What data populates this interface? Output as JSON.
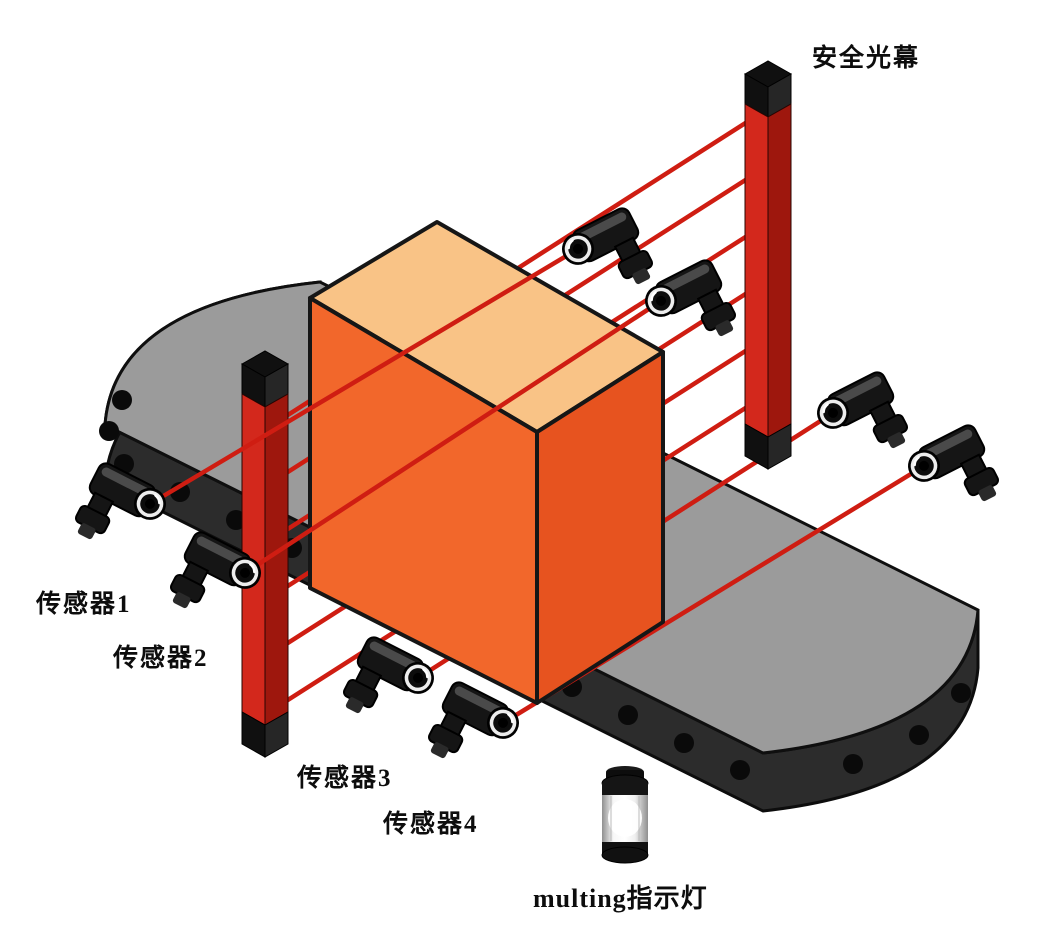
{
  "labels": {
    "safety_light_curtain": "安全光幕",
    "sensor1": "传感器1",
    "sensor2": "传感器2",
    "sensor3": "传感器3",
    "sensor4": "传感器4",
    "indicator_light": "multing指示灯"
  },
  "colors": {
    "beam_red": "#cf1d12",
    "pillar_red": "#d3281c",
    "pillar_red_dark": "#9e170d",
    "box_top": "#f9c386",
    "box_front": "#f2672b",
    "box_side": "#e7531f",
    "belt_top": "#9b9b9b",
    "belt_side": "#2c2c2c",
    "sensor_body": "#151515",
    "outline": "#111111"
  }
}
